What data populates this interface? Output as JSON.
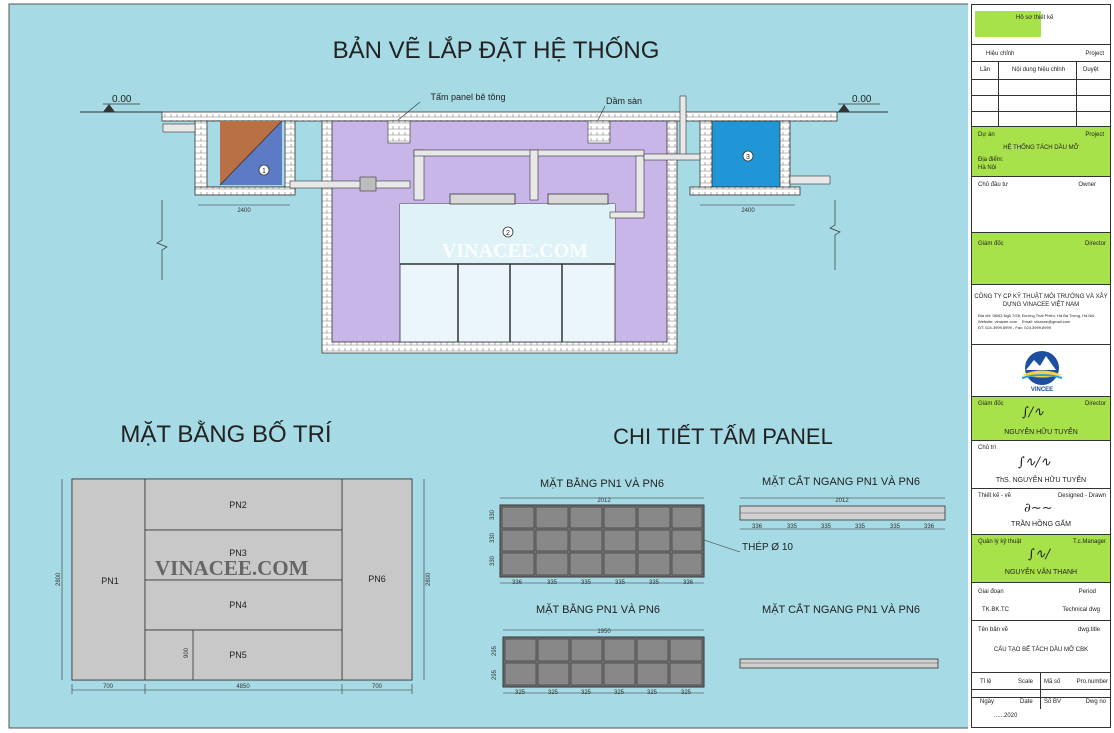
{
  "titles": {
    "main": "BẢN VẼ LẮP ĐẶT HỆ THỐNG",
    "layout": "MẶT BẰNG BỐ TRÍ",
    "panel": "CHI TIẾT TẤM PANEL"
  },
  "watermark": "VINACEE.COM",
  "section": {
    "level_left": "0.00",
    "level_right": "0.00",
    "label_panel": "Tấm panel bê tông",
    "label_beam": "Dầm sàn",
    "dim_left": "2400",
    "dim_right": "2400",
    "tank_tags": [
      "1",
      "2",
      "3"
    ],
    "colors": {
      "bg": "#a6dbe6",
      "pit": "#c9b6e8",
      "tank1": "#b87044",
      "tank1b": "#5c7bc4",
      "tank3": "#2196d6"
    }
  },
  "layout_plan": {
    "panels": [
      "PN1",
      "PN2",
      "PN3",
      "PN4",
      "PN5",
      "PN6"
    ],
    "dim_bottom": [
      "700",
      "4850",
      "700"
    ],
    "dim_side_left": "2800",
    "dim_side_right": "2800",
    "dim_inner": "900"
  },
  "panel_details": {
    "plan1_title": "MẶT BẰNG PN1 VÀ PN6",
    "plan1_total": "2012",
    "plan1_cells": [
      "336",
      "335",
      "335",
      "335",
      "335",
      "336"
    ],
    "plan1_side": [
      "330",
      "330",
      "330"
    ],
    "rebar_label": "THÉP Ø 10",
    "sect1_title": "MẶT CẮT NGANG PN1 VÀ PN6",
    "sect1_total": "2012",
    "sect1_cells": [
      "336",
      "335",
      "335",
      "335",
      "335",
      "336"
    ],
    "plan2_title": "MẶT BẰNG PN1 VÀ PN6",
    "plan2_total": "1950",
    "plan2_cells": [
      "325",
      "325",
      "325",
      "325",
      "325",
      "325"
    ],
    "plan2_side": [
      "295",
      "295"
    ],
    "sect2_title": "MẶT CẮT NGANG PN1 VÀ PN6"
  },
  "titleblock": {
    "doc_label": "Hồ sơ thiết kế",
    "revision": "Hiệu chỉnh",
    "revision_en": "Project",
    "rev_cols": [
      "Lần",
      "Nội dung hiệu chỉnh",
      "Duyệt"
    ],
    "project_label": "Dự án",
    "project_en": "Project",
    "project_name": "HỆ THỐNG TÁCH DẦU MỠ",
    "project_loc": [
      "Địa điểm:",
      "Hà Nội"
    ],
    "owner_label": "Chủ đầu tư",
    "owner_en": "Owner",
    "director_label": "Giám đốc",
    "director_en": "Director",
    "company": "CÔNG TY CP KỸ THUẬT MÔI TRƯỜNG VÀ XÂY DỰNG VINACEE VIỆT NAM",
    "company_addr": "Địa chỉ: 08/63 Ngõ 7/28, Đường Thái Phiên, Hà Bà Trưng, Hà Nội",
    "company_web": "Website: vinacee.com",
    "company_mail": "Email: vinacee@gmail.com",
    "company_tel": "ĐT: 024.3999.8999 - Fax: 024.3999.8999",
    "logo_text": "VINCEE",
    "director2_label": "Giám đốc",
    "director2_en": "Director",
    "director2_name": "NGUYỄN HỮU TUYỂN",
    "chair_label": "Chủ trì",
    "chair_name": "ThS. NGUYỄN HỮU TUYỂN",
    "design_label": "Thiết kế - vẽ",
    "design_en": "Designed - Drawn",
    "design_name": "TRẦN HỒNG GẤM",
    "qc_label": "Quản lý kỹ thuật",
    "qc_en": "T.c.Manager",
    "qc_name": "NGUYỄN VĂN THANH",
    "stage_label": "Giai đoạn",
    "stage_en": "Period",
    "stage_value": "TK.BK.TC",
    "stage_value_en": "Technical dwg",
    "dwg_label": "Tên bản vẽ",
    "dwg_en": "dwg.title",
    "dwg_title": "CẤU TẠO BỂ TÁCH DẦU MỠ CBK",
    "scale_label": "Tỉ lệ",
    "scale_en": "Scale",
    "code_label": "Mã số",
    "code_en": "Pro.number",
    "date_label": "Ngày",
    "date_en": "Date",
    "sheet_label": "Số BV",
    "sheet_en": "Dwg no",
    "date_value": "......2020"
  }
}
